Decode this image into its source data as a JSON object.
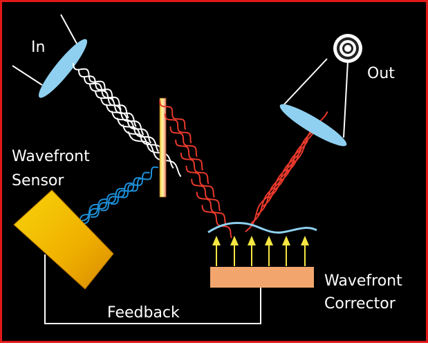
{
  "labels": {
    "in": "In",
    "out": "Out",
    "sensor_line1": "Wavefront",
    "sensor_line2": "Sensor",
    "corrector_line1": "Wavefront",
    "corrector_line2": "Corrector",
    "feedback": "Feedback"
  },
  "colors": {
    "background": "#000000",
    "border": "#e01818",
    "lens": "#8fd0f0",
    "incoming_wave": "#ffffff",
    "corrected_wave": "#e8392c",
    "sensor_wave": "#1e8fd8",
    "distorted_front": "#8fd0f0",
    "sensor_block": "#f0b400",
    "corrector_block": "#f2a66e",
    "arrow": "#f5e642",
    "beamsplitter": "#f7e27a",
    "feedback_line": "#ffffff"
  },
  "icons": {
    "focal_spot": "concentric-rings-icon",
    "actuators": "up-arrow-icon"
  }
}
